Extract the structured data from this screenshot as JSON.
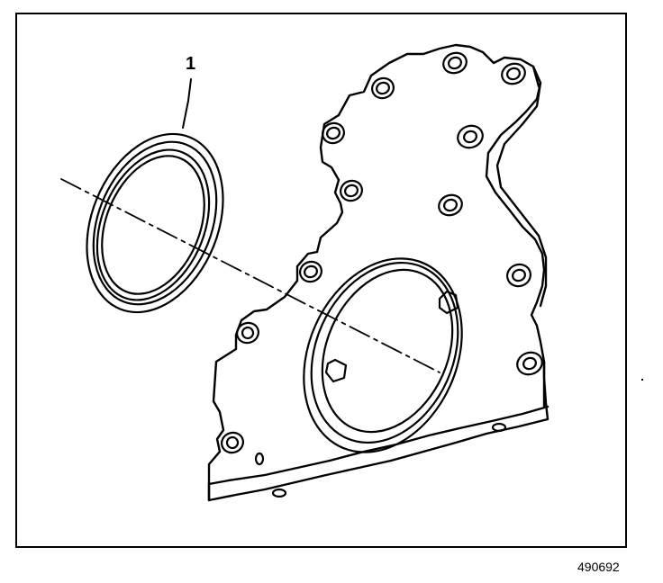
{
  "callout": {
    "label": "1"
  },
  "figure": {
    "id": "490692"
  },
  "parts": {
    "seal": "crankshaft-rear-oil-seal",
    "cover": "crankshaft-rear-oil-seal-housing"
  },
  "colors": {
    "line": "#000000",
    "background": "#ffffff"
  }
}
